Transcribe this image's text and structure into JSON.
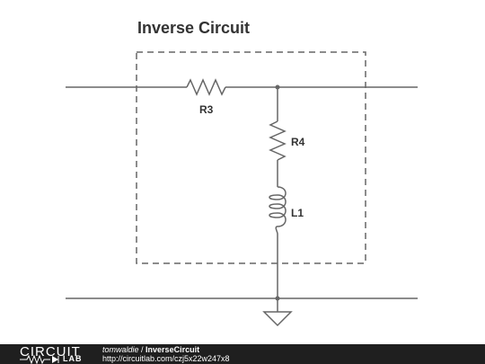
{
  "diagram": {
    "title": "Inverse Circuit",
    "components": {
      "r3": "R3",
      "r4": "R4",
      "l1": "L1"
    }
  },
  "footer": {
    "logo_top": "CIRCUIT",
    "logo_bottom": "LAB",
    "author": "tomwaldie",
    "separator": " / ",
    "circuit_name": "InverseCircuit",
    "url": "http://circuitlab.com/czj5x22w247x8"
  },
  "colors": {
    "wire": "#666666",
    "dashed_box": "#666666",
    "text": "#333333",
    "footer_bg": "#1f1f1f"
  }
}
